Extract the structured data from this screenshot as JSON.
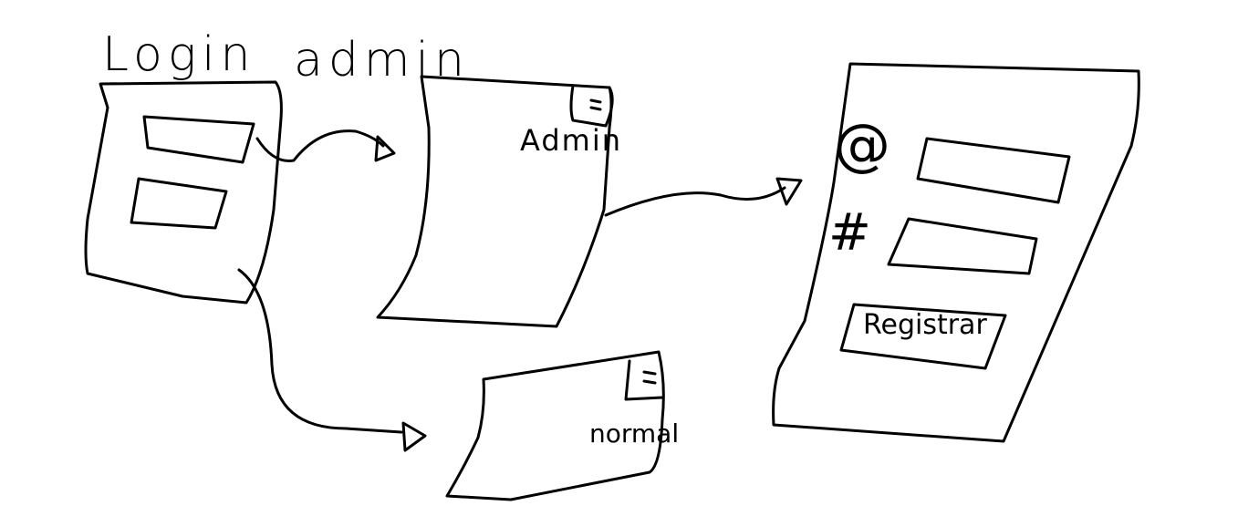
{
  "diagram": {
    "title_login": "Login",
    "title_admin": "admin",
    "admin_page": {
      "label": "Admin",
      "menu_icon": "hamburger-menu-icon"
    },
    "normal_page": {
      "label": "normal",
      "menu_icon": "hamburger-menu-icon"
    },
    "register_page": {
      "email_symbol": "@",
      "password_symbol": "#",
      "button_label": "Registrar"
    }
  }
}
